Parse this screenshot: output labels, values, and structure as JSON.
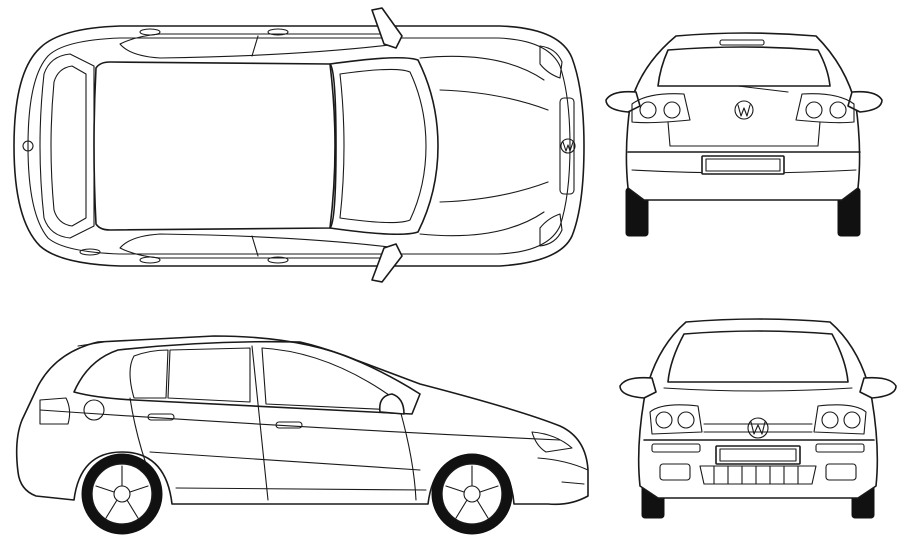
{
  "figure": {
    "views": [
      "top",
      "rear",
      "side",
      "front"
    ],
    "colors": {
      "line": "#1a1a1a",
      "background": "#ffffff",
      "tire": "#111111"
    },
    "badges": {
      "top_view": "vw-logo-icon",
      "rear_view": "vw-logo-icon",
      "front_view": "vw-logo-icon"
    }
  }
}
